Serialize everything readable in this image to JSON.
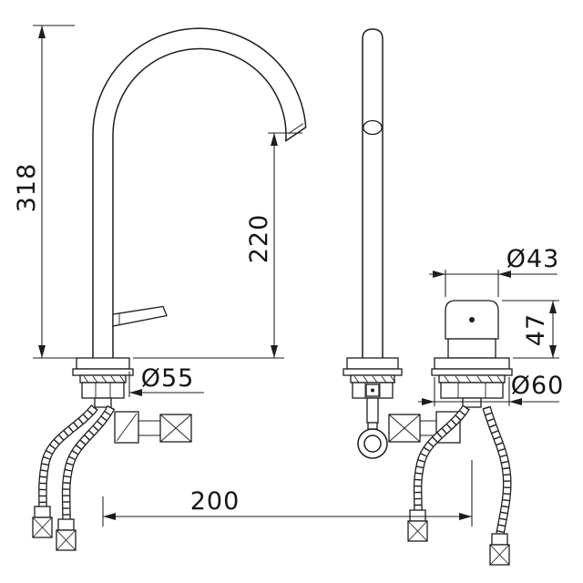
{
  "drawing": {
    "background_color": "#ffffff",
    "line_color": "#1d1d1b",
    "dimensions": {
      "overall_height": "318",
      "outlet_height": "220",
      "base_diameter": "Ø55",
      "centres": "200",
      "handle_diameter": "Ø43",
      "handle_height": "47",
      "flange_diameter": "Ø60"
    }
  }
}
